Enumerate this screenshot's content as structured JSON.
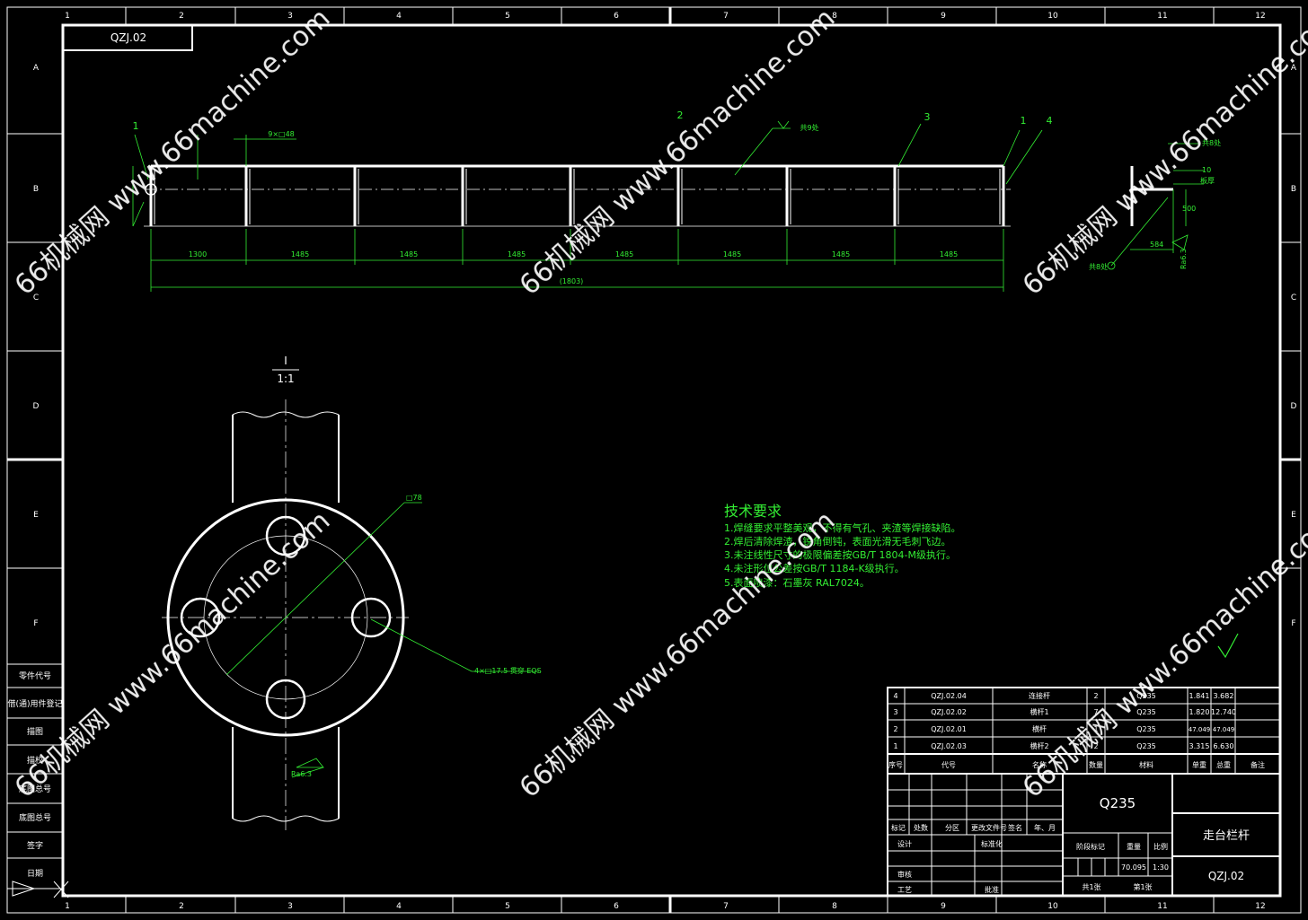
{
  "colors": {
    "background": "#000000",
    "geometry": "#ffffff",
    "annotation": "#33ee33"
  },
  "frame": {
    "columns": [
      "1",
      "2",
      "3",
      "4",
      "5",
      "6",
      "7",
      "8",
      "9",
      "10",
      "11",
      "12"
    ],
    "rows": [
      "A",
      "B",
      "C",
      "D",
      "E",
      "F"
    ],
    "corner_code": "QZJ.02"
  },
  "side_labels": [
    "零件代号",
    "借(通)用件登记",
    "描图",
    "描校",
    "底图总号",
    "底图总号",
    "签字",
    "日期"
  ],
  "front_view": {
    "callouts": [
      "1",
      "2",
      "3",
      "1",
      "4"
    ],
    "post_note": "9×□48",
    "weld_note": "共9处",
    "dims": [
      "1300",
      "1485",
      "1485",
      "1485",
      "1485",
      "1485",
      "1485",
      "1485"
    ],
    "overall": "(1803)"
  },
  "side_view": {
    "weld_top": "共8处",
    "weld_bottom": "共8处",
    "dim_10": "10",
    "dim_thk": "板厚",
    "dim_500": "500",
    "dim_584": "584",
    "roughness": "Ra6.3"
  },
  "detail": {
    "label": "I",
    "scale": "1:1",
    "dia": "□78",
    "holes": "4×□17.5 贯穿 EQS",
    "roughness": "Ra6.3"
  },
  "tech": {
    "title": "技术要求",
    "items": [
      "1.焊缝要求平整美观，不得有气孔、夹渣等焊接缺陷。",
      "2.焊后清除焊渣，锐角倒钝，表面光滑无毛刺飞边。",
      "3.未注线性尺寸的极限偏差按GB/T 1804-M级执行。",
      "4.未注形位公差按GB/T 1184-K级执行。",
      "5.表面喷漆：石墨灰 RAL7024。"
    ]
  },
  "bom": {
    "rows": [
      [
        "4",
        "QZJ.02.04",
        "连接杆",
        "2",
        "Q235",
        "1.841",
        "3.682",
        ""
      ],
      [
        "3",
        "QZJ.02.02",
        "横杆1",
        "7",
        "Q235",
        "1.820",
        "12.740",
        ""
      ],
      [
        "2",
        "QZJ.02.01",
        "横杆",
        "1",
        "Q235",
        "47.049",
        "47.049",
        ""
      ],
      [
        "1",
        "QZJ.02.03",
        "横杆2",
        "2",
        "Q235",
        "3.315",
        "6.630",
        ""
      ]
    ],
    "header": [
      "序号",
      "代号",
      "名称",
      "数量",
      "材料",
      "单重",
      "总重",
      "备注"
    ]
  },
  "title_block": {
    "material": "Q235",
    "name": "走台栏杆",
    "code": "QZJ.02",
    "rev_header": [
      "标记",
      "处数",
      "分区",
      "更改文件号",
      "签名",
      "年、月"
    ],
    "design": "设计",
    "standard": "标准化",
    "review": "审核",
    "process": "工艺",
    "approve": "批准",
    "stage_mark": "阶段标记",
    "weight_label": "重量",
    "scale_label": "比例",
    "weight": "70.095",
    "scale": "1:30",
    "sheets_total": "共1张",
    "sheet_no": "第1张"
  },
  "watermark": {
    "text": "66机械网 www.66machine.com"
  }
}
